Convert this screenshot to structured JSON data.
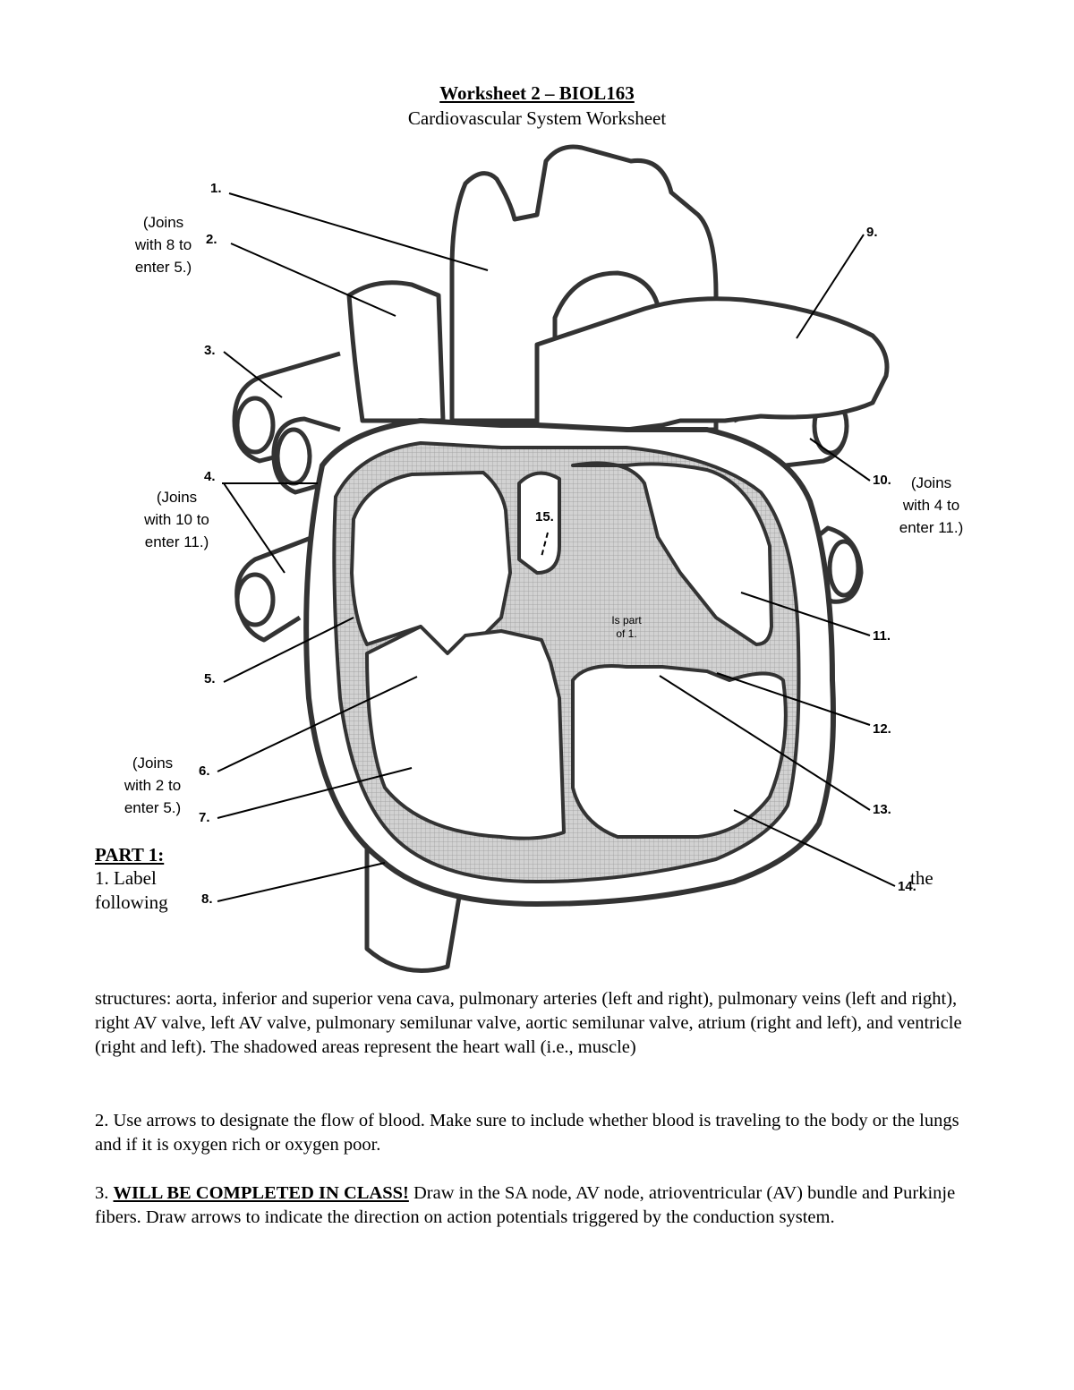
{
  "header": {
    "title": "Worksheet 2 – BIOL163",
    "subtitle": "Cardiovascular System Worksheet"
  },
  "diagram": {
    "labels": [
      "1.",
      "2.",
      "3.",
      "4.",
      "5.",
      "6.",
      "7.",
      "8.",
      "9.",
      "10.",
      "11.",
      "12.",
      "13.",
      "14.",
      "15."
    ],
    "notes": {
      "joins_8": [
        "(Joins",
        "with 8 to",
        "enter 5.)"
      ],
      "joins_10": [
        "(Joins",
        "with 10 to",
        "enter 11.)"
      ],
      "joins_4": [
        "(Joins",
        "with 4 to",
        "enter 11.)"
      ],
      "joins_2": [
        "(Joins",
        "with 2 to",
        "enter 5.)"
      ],
      "is_part": [
        "Is part",
        "of 1."
      ]
    }
  },
  "part1": {
    "heading": "PART 1:",
    "item1_a": "1.  Label",
    "item1_b": "following",
    "item1_the": "the",
    "item1_rest": "structures:  aorta, inferior and superior vena cava, pulmonary arteries (left and right), pulmonary veins (left and right), right AV valve, left AV valve, pulmonary semilunar valve, aortic semilunar valve, atrium (right and left), and ventricle (right and left).  The shadowed areas represent the heart wall (i.e., muscle)",
    "item2": "2.  Use arrows to designate the flow of blood.  Make sure to include whether blood is traveling to the body or the lungs and if it is oxygen rich or oxygen poor.",
    "item3_num": "3.  ",
    "item3_emph": "WILL BE COMPLETED IN CLASS!",
    "item3_rest": "  Draw in the SA node, AV node, atrioventricular (AV) bundle and Purkinje fibers.  Draw arrows to indicate the direction on action potentials triggered by the conduction system."
  }
}
